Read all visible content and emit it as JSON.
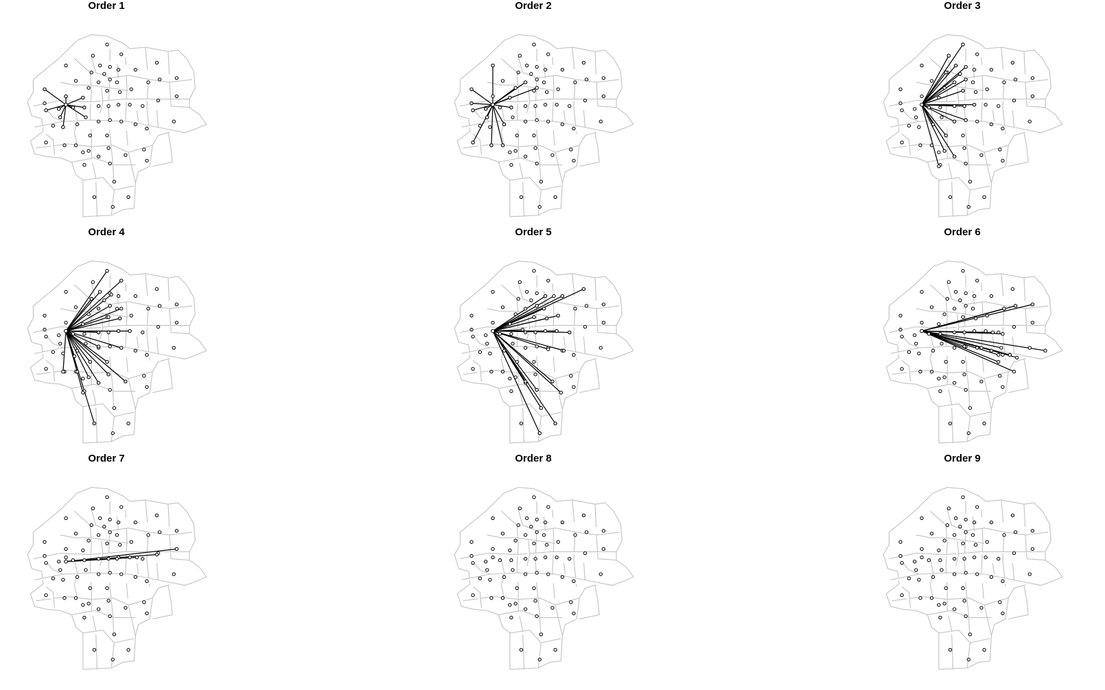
{
  "panels": [
    {
      "title": "Order 1"
    },
    {
      "title": "Order 2"
    },
    {
      "title": "Order 3"
    },
    {
      "title": "Order 4"
    },
    {
      "title": "Order 5"
    },
    {
      "title": "Order 6"
    },
    {
      "title": "Order 7"
    },
    {
      "title": "Order 8"
    },
    {
      "title": "Order 9"
    }
  ],
  "colors": {
    "boundary": "#c2c2c2",
    "centroid": "#000000",
    "link": "#000000",
    "background": "#ffffff"
  }
}
